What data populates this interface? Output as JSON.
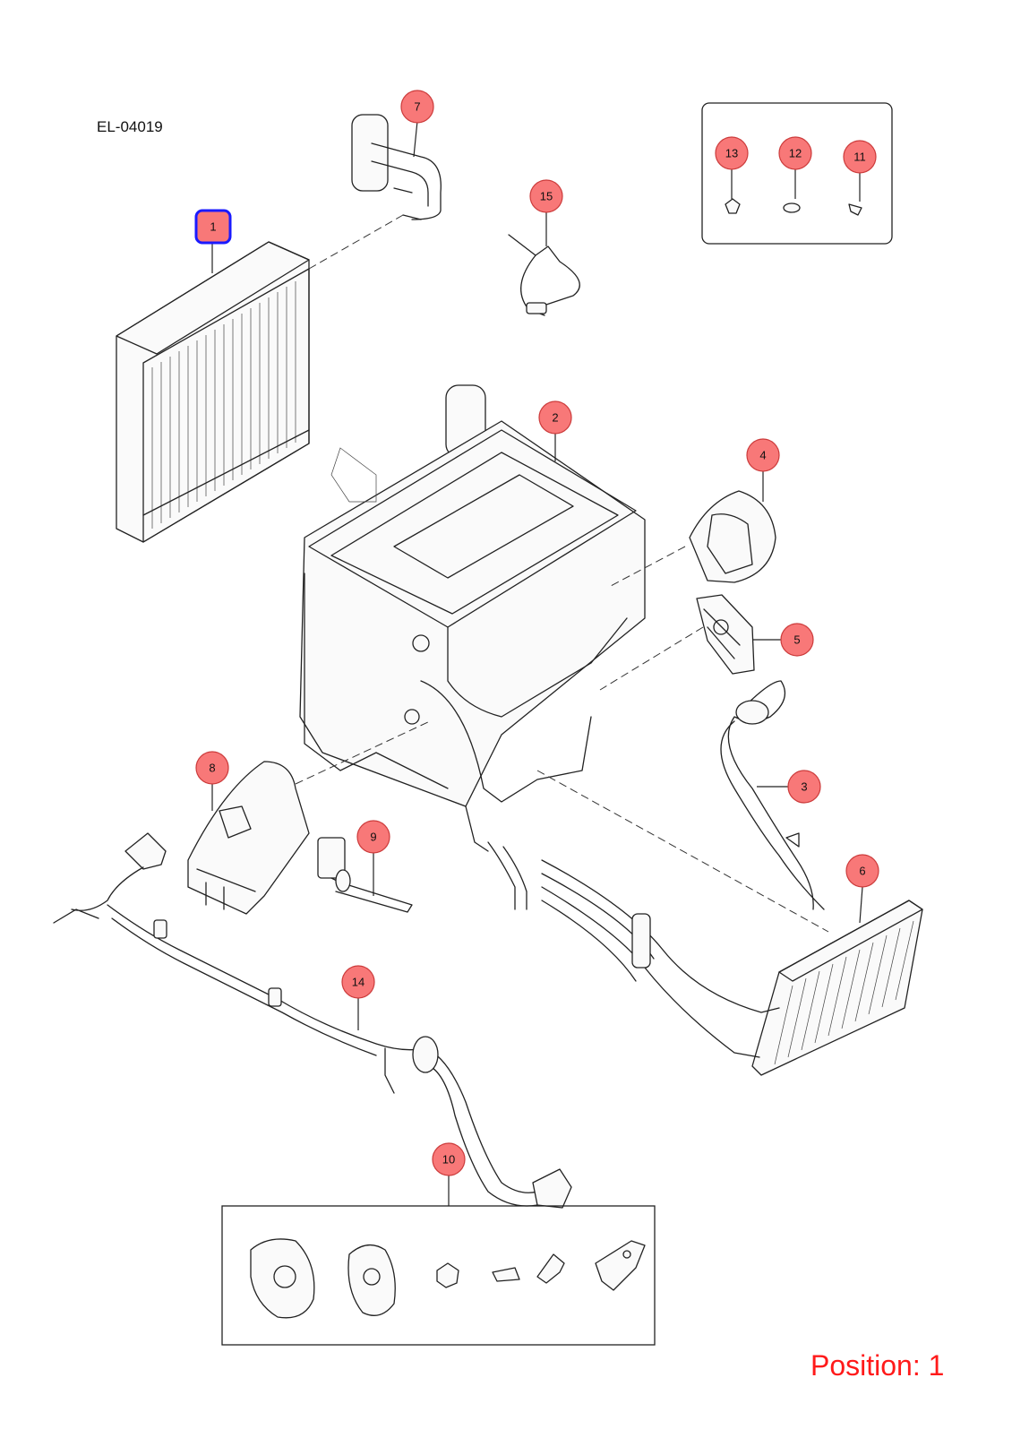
{
  "diagram_code": "EL-04019",
  "position_text": "Position: 1",
  "selected_part": "1",
  "callouts": {
    "p1": "1",
    "p2": "2",
    "p3": "3",
    "p4": "4",
    "p5": "5",
    "p6": "6",
    "p7": "7",
    "p8": "8",
    "p9": "9",
    "p10": "10",
    "p11": "11",
    "p12": "12",
    "p13": "13",
    "p14": "14",
    "p15": "15"
  },
  "colors": {
    "callout_fill": "#f87878",
    "callout_stroke": "#cc3b3b",
    "selected_outline": "#1a1aff",
    "position_text": "#ff1a1a"
  }
}
